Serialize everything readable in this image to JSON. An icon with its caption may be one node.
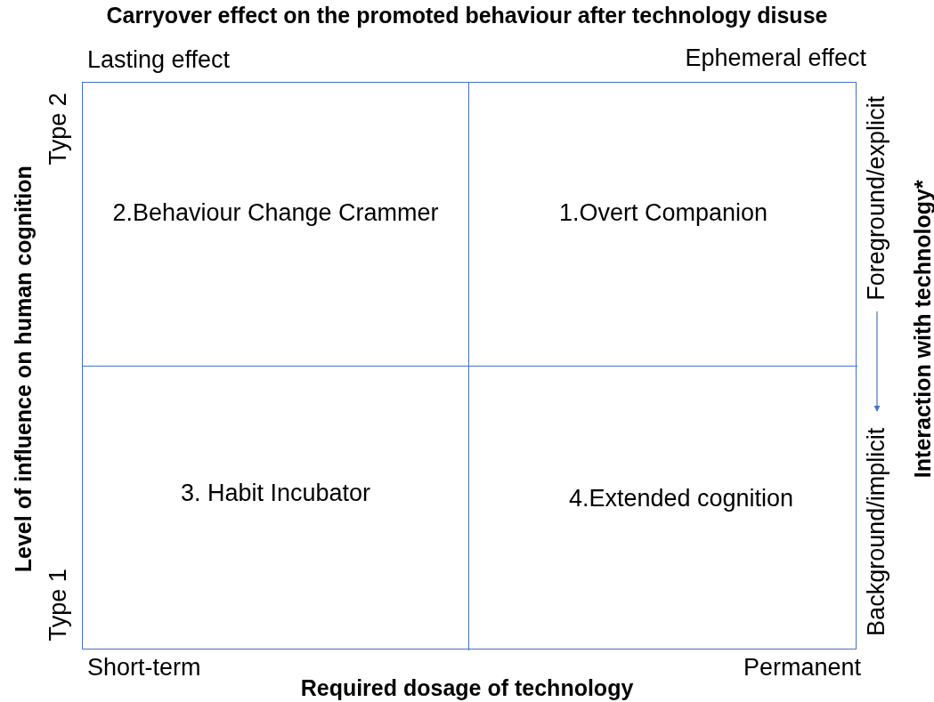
{
  "diagram": {
    "title": "Carryover effect on the promoted behaviour after technology disuse",
    "nodes": [
      {
        "text": [
          "2.Behaviour Change Crammer"
        ]
      },
      {
        "text": [
          "1.Overt Companion"
        ]
      },
      {
        "text": [
          "3. Habit Incubator"
        ]
      },
      {
        "text": [
          "4.Extended cognition"
        ]
      },
      {
        "text": [
          "Foreground/explicit"
        ]
      },
      {
        "text": [
          "Background/implicit"
        ]
      }
    ],
    "edges": [
      {
        "from": 4,
        "to": 5,
        "arrow": "to"
      }
    ],
    "labels": [
      "Lasting effect",
      "Ephemeral effect",
      "Type 2",
      "Level of influence on human cognition",
      "Interaction with technology*",
      "Type 1",
      "Short-term",
      "Permanent",
      "Required dosage of technology"
    ]
  }
}
